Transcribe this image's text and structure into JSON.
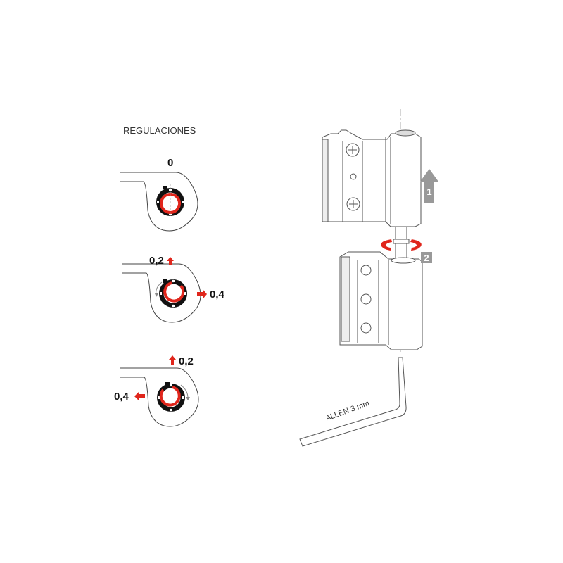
{
  "title": "REGULACIONES",
  "adjustments": [
    {
      "label": "0"
    },
    {
      "vertical": "0,2",
      "horizontal": "0,4"
    },
    {
      "vertical": "0,2",
      "horizontal": "0,4"
    }
  ],
  "steps": [
    "1",
    "2"
  ],
  "tool_label": "ALLEN 3 mm",
  "colors": {
    "accent": "#e0261c",
    "gray": "#999999",
    "ring": "#111111"
  }
}
